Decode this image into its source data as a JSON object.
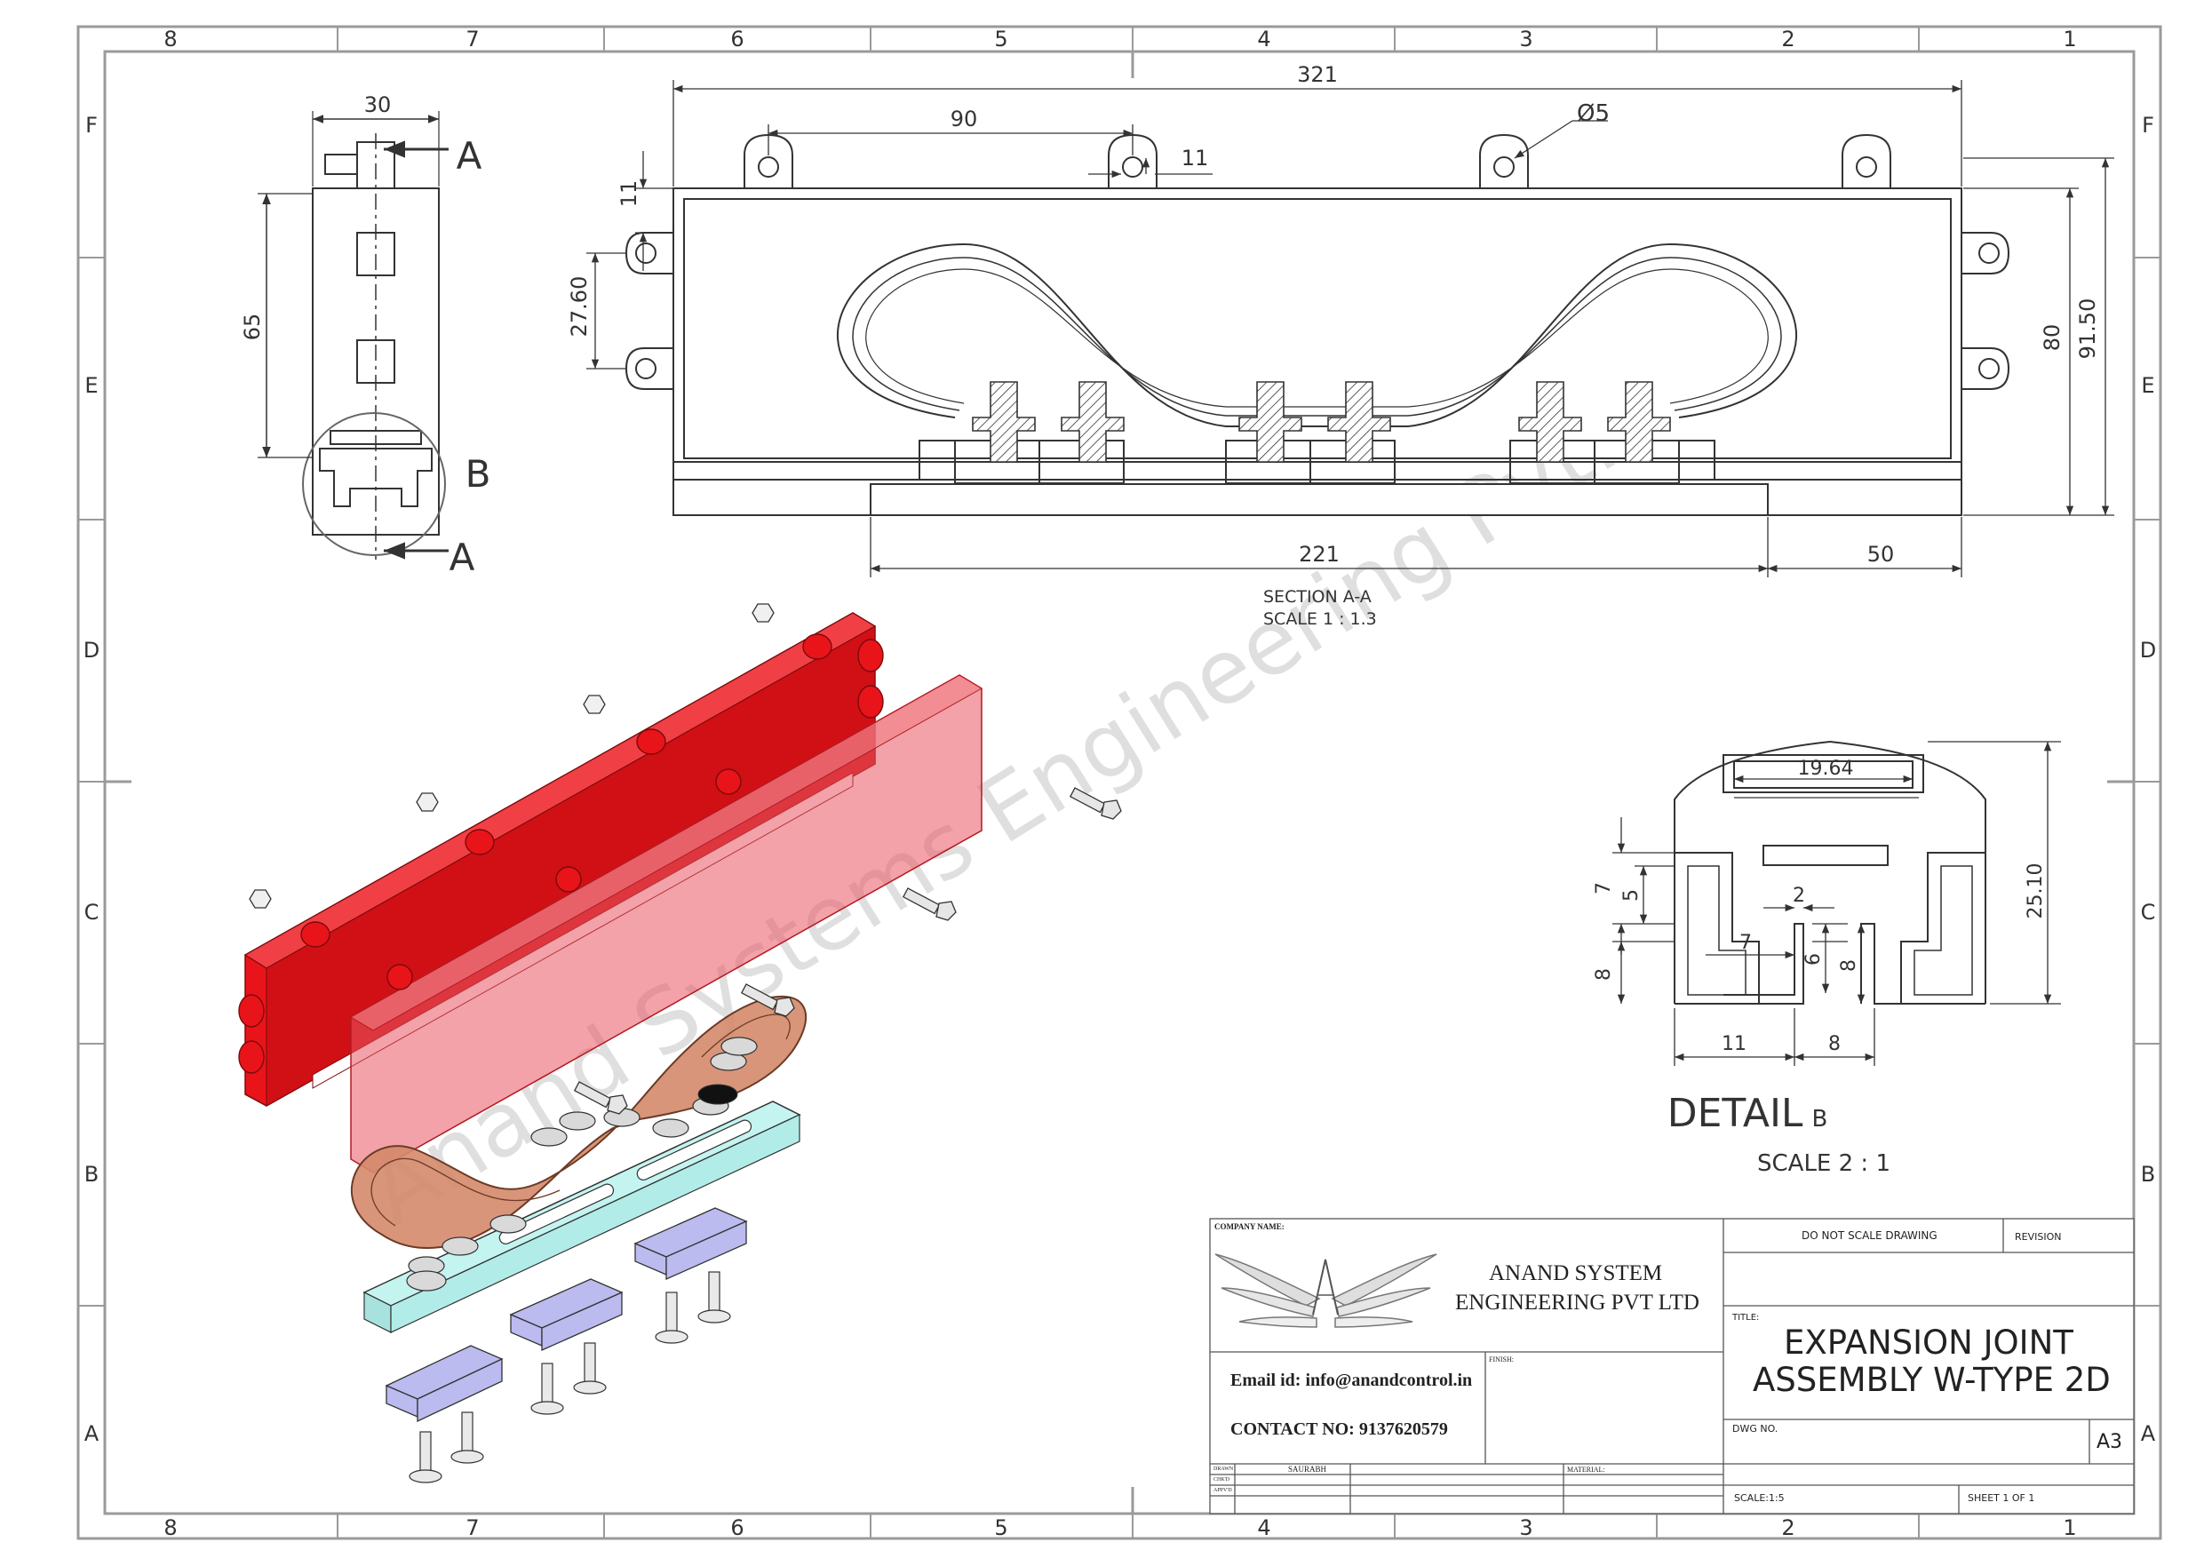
{
  "border": {
    "columns": [
      "8",
      "7",
      "6",
      "5",
      "4",
      "3",
      "2",
      "1"
    ],
    "rows": [
      "F",
      "E",
      "D",
      "C",
      "B",
      "A"
    ]
  },
  "watermark": "Anand Systems Engineering Pvt. Ltd.",
  "side_view": {
    "dim_width": "30",
    "dim_height": "65",
    "section_label_top": "A",
    "section_label_bottom": "A",
    "detail_label": "B"
  },
  "section_view": {
    "dim_overall": "321",
    "dim_pitch": "90",
    "dim_hole_offset": "11",
    "dim_hole_dia": "Ø5",
    "dim_left_top": "11",
    "dim_left_height": "27.60",
    "dim_height_inner": "80",
    "dim_height_outer": "91.50",
    "dim_bottom_length": "221",
    "dim_bottom_ext": "50",
    "title": "SECTION A-A",
    "scale": "SCALE 1 : 1.3"
  },
  "detail_view": {
    "dim_top": "19.64",
    "dim_7a": "7",
    "dim_5": "5",
    "dim_2": "2",
    "dim_7b": "7",
    "dim_6": "6",
    "dim_8a": "8",
    "dim_8b": "8",
    "dim_height": "25.10",
    "dim_11": "11",
    "dim_8c": "8",
    "title": "DETAIL",
    "title_suffix": "B",
    "scale": "SCALE 2 : 1"
  },
  "title_block": {
    "company_name_label": "COMPANY NAME:",
    "company_line1": "ANAND SYSTEM",
    "company_line2": "ENGINEERING PVT LTD",
    "email": "Email id: info@anandcontrol.in",
    "contact": "CONTACT NO: 9137620579",
    "finish_label": "FINISH:",
    "material_label": "MATERIAL:",
    "drawn_label": "DRAWN",
    "chkd_label": "CHK'D",
    "appvd_label": "APPV'D",
    "drawn_by": "SAURABH",
    "do_not_scale": "DO NOT SCALE DRAWING",
    "revision_label": "REVISION",
    "title_label": "TITLE:",
    "title_line1": "EXPANSION JOINT",
    "title_line2": "ASSEMBLY W-TYPE 2D",
    "dwg_no_label": "DWG NO.",
    "sheet_size": "A3",
    "scale": "SCALE:1:5",
    "sheet": "SHEET 1 OF 1"
  },
  "colors": {
    "line": "#333333",
    "cover_red": "#e8141a",
    "cover_red_dark": "#a80c10",
    "copper": "#c9785a",
    "bracket_blue": "#bbbbef",
    "plate_cyan": "#c4f4f0",
    "watermark": "#cfcfcf"
  }
}
